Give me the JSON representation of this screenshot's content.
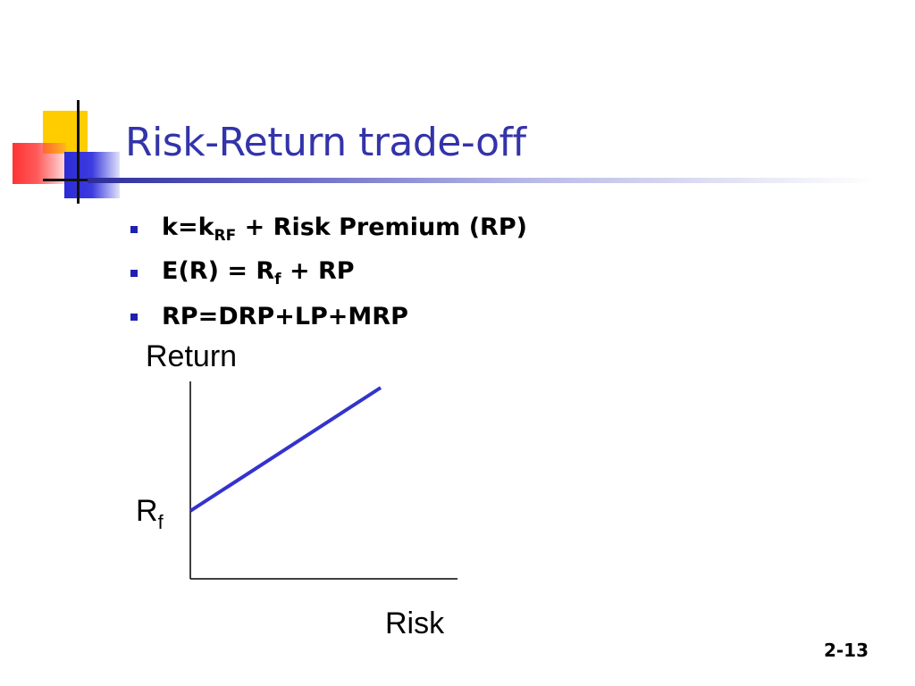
{
  "slide": {
    "title": "Risk-Return trade-off",
    "bullets": [
      {
        "parts": [
          "k=k",
          "RF",
          " + Risk Premium (RP)"
        ]
      },
      {
        "parts": [
          "E(R) = R",
          "f",
          " + RP"
        ]
      },
      {
        "parts": [
          "RP=DRP+LP+MRP"
        ]
      }
    ],
    "page_number": "2-13"
  },
  "colors": {
    "title": "#3333aa",
    "bullet": "#2020b0",
    "line": "#3333cc"
  },
  "chart_data": {
    "type": "line",
    "ylabel": "Return",
    "xlabel": "Risk",
    "y_intercept_label": {
      "main": "R",
      "sub": "f"
    },
    "series": [
      {
        "x": [
          0,
          1
        ],
        "y": [
          0,
          1
        ]
      }
    ]
  }
}
